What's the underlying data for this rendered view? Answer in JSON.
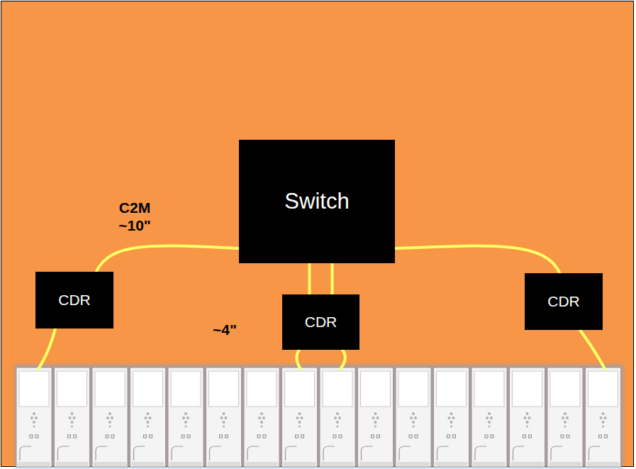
{
  "diagram": {
    "nodes": [
      {
        "text": [
          "Switch"
        ]
      },
      {
        "text": [
          "CDR"
        ]
      },
      {
        "text": [
          "CDR"
        ]
      },
      {
        "text": [
          "CDR"
        ]
      }
    ],
    "edges": [
      {
        "from": 0,
        "to": 1,
        "arrow": "none",
        "label": "C2M ~10\""
      },
      {
        "from": 0,
        "to": 2,
        "arrow": "none"
      },
      {
        "from": 0,
        "to": 2,
        "arrow": "none"
      },
      {
        "from": 0,
        "to": 3,
        "arrow": "none"
      }
    ],
    "labels": [
      "~4\""
    ]
  }
}
